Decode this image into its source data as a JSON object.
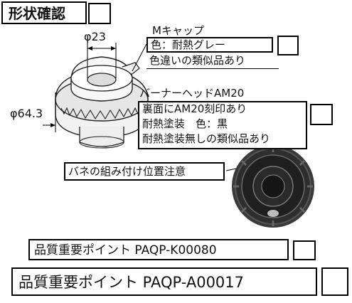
{
  "header": {
    "title": "形状確認"
  },
  "dimensions": {
    "top_diameter": "φ23",
    "outer_diameter": "φ64.3"
  },
  "m_cap": {
    "name": "Mキャップ",
    "color_note": "色：耐熱グレー",
    "variant_note": "色違いの類似品あり"
  },
  "burner_head": {
    "name": "バーナーヘッドAM20",
    "engraving_note": "裏面にAM20刻印あり",
    "coating_note": "耐熱塗装　色：黒",
    "variant_note": "耐熱塗装無しの類似品あり"
  },
  "spring_note": "バネの組み付け位置注意",
  "quality_points": [
    {
      "label": "品質重要ポイント PAQP-K00080"
    },
    {
      "label": "品質重要ポイント PAQP-A00017"
    }
  ],
  "colors": {
    "line": "#000000",
    "part_fill": "#d9d9d9",
    "photo_dark": "#2b2b2b"
  }
}
